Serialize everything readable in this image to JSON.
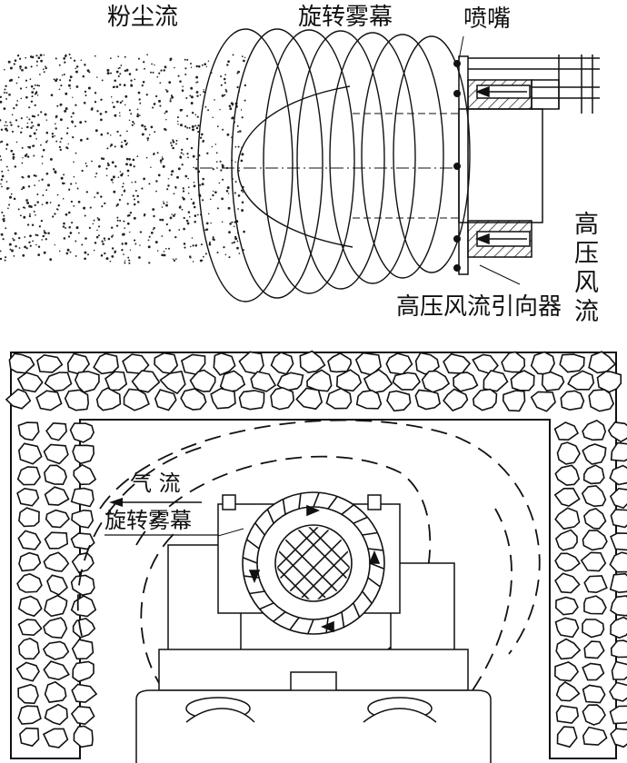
{
  "top_figure": {
    "dust_label": "粉尘流",
    "mist_label": "旋转雾幕",
    "nozzle_label": "喷嘴",
    "airflow_label": "高压风流",
    "guide_label": "高压风流引向器"
  },
  "bottom_figure": {
    "airflow_label": "气 流",
    "mist_label": "旋转雾幕"
  }
}
